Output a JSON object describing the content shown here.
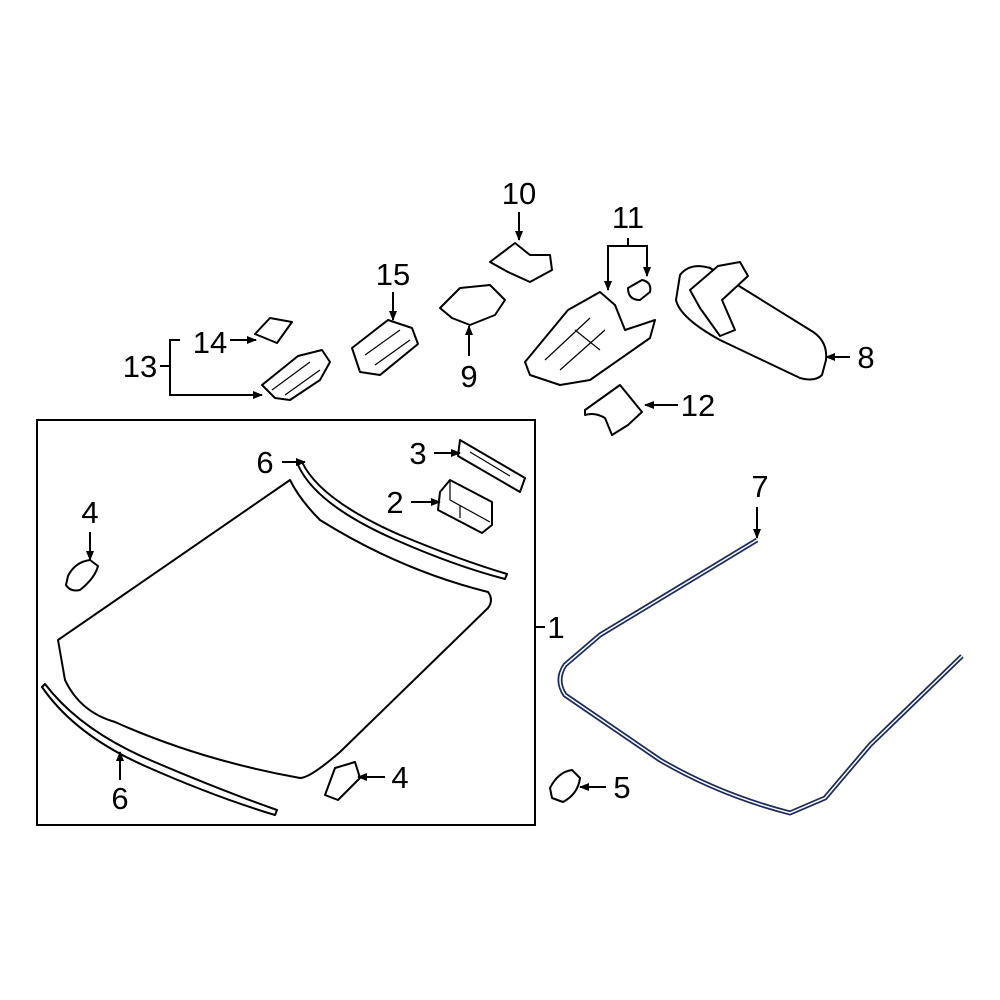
{
  "diagram": {
    "callouts": {
      "c1": "1",
      "c2": "2",
      "c3": "3",
      "c4a": "4",
      "c4b": "4",
      "c5": "5",
      "c6a": "6",
      "c6b": "6",
      "c7": "7",
      "c8": "8",
      "c9": "9",
      "c10": "10",
      "c11": "11",
      "c12": "12",
      "c13": "13",
      "c14": "14",
      "c15": "15"
    },
    "colors": {
      "seal": "#1c2b5c",
      "line": "#000000",
      "background": "#ffffff"
    }
  }
}
